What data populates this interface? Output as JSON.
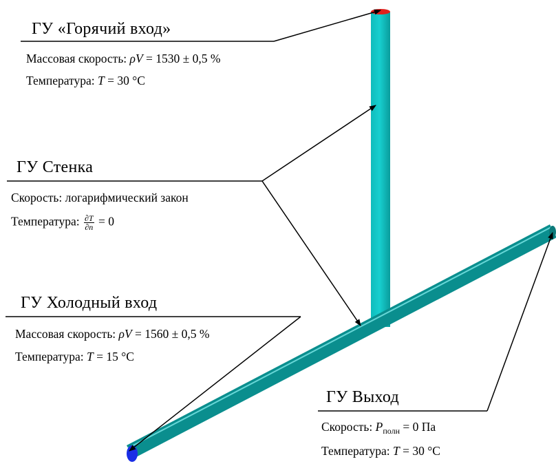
{
  "hot_inlet": {
    "title": "ГУ «Горячий вход»",
    "mass_label": "Массовая скорость: ",
    "mass_symbol": "ρV",
    "mass_value": " = 1530 ± 0,5 %",
    "temp_label": "Температура: ",
    "temp_symbol": "T",
    "temp_value": " = 30 °C"
  },
  "wall": {
    "title": "ГУ Стенка",
    "velocity_line": "Скорость: логарифмический закон",
    "temp_label": "Температура: ",
    "frac_num": "∂T",
    "frac_den": "∂n",
    "temp_value": " = 0"
  },
  "cold_inlet": {
    "title": "ГУ Холодный вход",
    "mass_label": "Массовая скорость: ",
    "mass_symbol": "ρV",
    "mass_value": " = 1560 ± 0,5 %",
    "temp_label": "Температура: ",
    "temp_symbol": "T",
    "temp_value": " = 15 °C"
  },
  "outlet": {
    "title": "ГУ Выход",
    "velocity_label": "Скорость: ",
    "pressure_symbol": "P",
    "pressure_sub": "полн",
    "pressure_value": " = 0 Па",
    "temp_label": "Температура: ",
    "temp_symbol": "T",
    "temp_value": " = 30 °C"
  },
  "colors": {
    "pipe": "#11c7c7",
    "pipe_dark": "#0a8e8e",
    "pipe_light": "#6ff0f0",
    "hot_end": "#e0201c",
    "cold_end": "#1a2ee6",
    "outlet_end": "#0c7a7a"
  }
}
